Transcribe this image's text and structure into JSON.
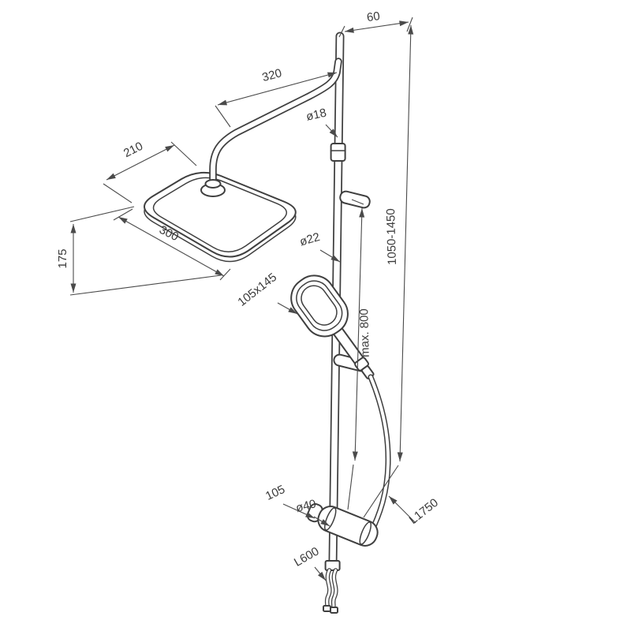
{
  "dimensions": {
    "top_offset": "60",
    "arm_length": "320",
    "arm_pipe_diameter": "ø18",
    "head_width": "210",
    "head_length": "300",
    "head_height": "175",
    "column_diameter": "ø22",
    "hand_shower_size": "105x145",
    "column_height_range": "1050-1450",
    "max_bracket_height": "max. 800",
    "mixer_offset": "105",
    "mixer_diameter": "ø40",
    "shower_hose_length": "L1750",
    "supply_hose_length": "L600"
  },
  "colors": {
    "outline": "#3f3f3f",
    "dimension_line": "#4a4a4a",
    "text": "#3a3a3a",
    "background": "#ffffff"
  }
}
